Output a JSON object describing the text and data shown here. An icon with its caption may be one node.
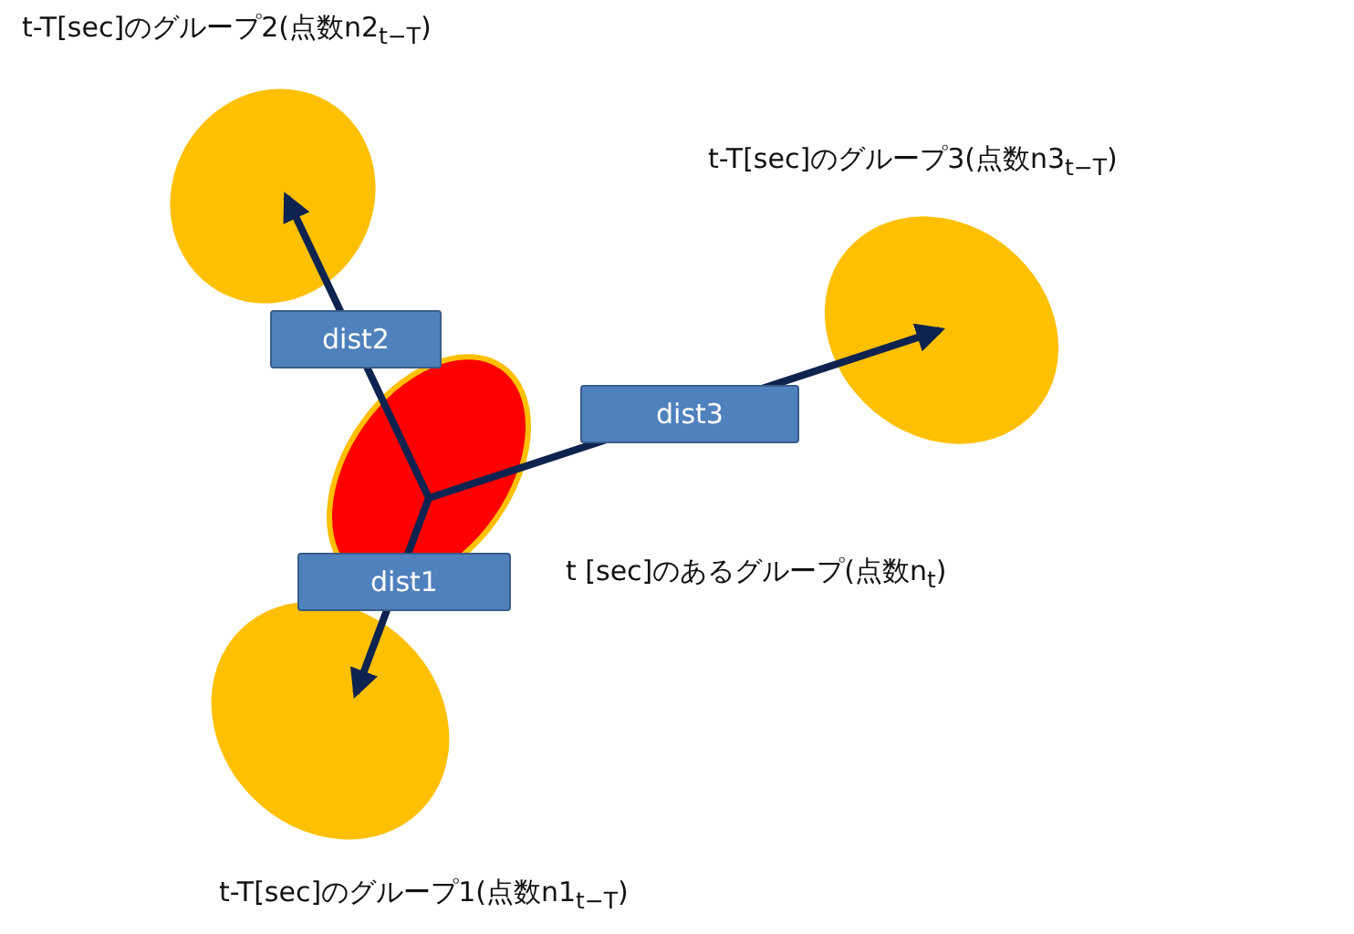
{
  "diagram": {
    "nodes": [
      {
        "text": [],
        "shape": "ellipse",
        "beside": [
          "t-T[sec]のグループ2(点数n2$_{t−T}$)"
        ]
      },
      {
        "text": [],
        "shape": "ellipse",
        "beside": [
          "t-T[sec]のグループ3(点数n3$_{t−T}$)"
        ]
      },
      {
        "text": [],
        "shape": "ellipse",
        "beside": [
          "t [sec]のあるグループ(点数n$_{t}$)"
        ]
      },
      {
        "text": [],
        "shape": "ellipse",
        "beside": [
          "t-T[sec]のグループ1(点数n1$_{t−T}$)"
        ]
      }
    ],
    "edges": [
      {
        "from": 2,
        "to": 0,
        "arrow": "to",
        "label": "dist2"
      },
      {
        "from": 2,
        "to": 1,
        "arrow": "to",
        "label": "dist3"
      },
      {
        "from": 2,
        "to": 3,
        "arrow": "to",
        "label": "dist1"
      }
    ]
  }
}
